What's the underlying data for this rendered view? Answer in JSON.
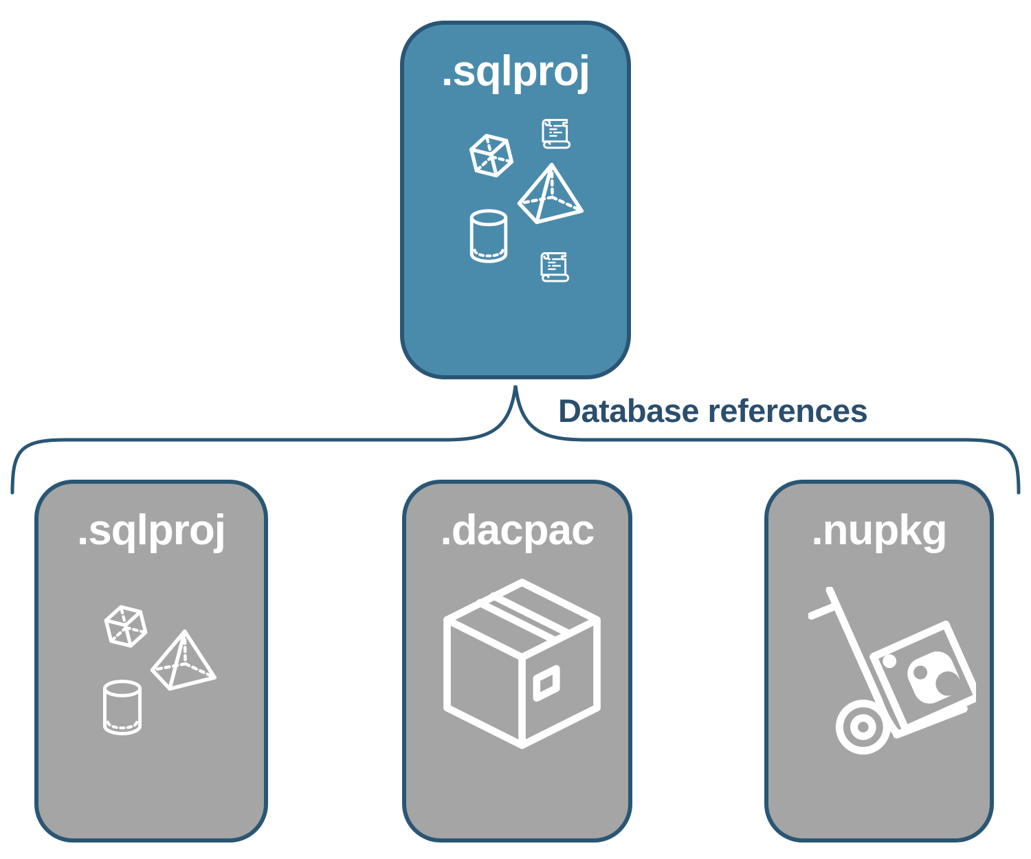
{
  "diagram": {
    "top_card": {
      "label": ".sqlproj"
    },
    "connector": {
      "label": "Database references"
    },
    "reference_cards": [
      {
        "label": ".sqlproj"
      },
      {
        "label": ".dacpac"
      },
      {
        "label": ".nupkg"
      }
    ],
    "icons": {
      "top_card": [
        "scroll-icon",
        "cube-icon",
        "pyramid-icon",
        "cylinder-icon",
        "scroll-icon"
      ],
      "sqlproj_card": [
        "cube-icon",
        "pyramid-icon",
        "cylinder-icon"
      ],
      "dacpac_card": [
        "package-box-icon"
      ],
      "nupkg_card": [
        "hand-truck-nuget-package-icon"
      ]
    },
    "colors": {
      "highlight_fill": "#4A8BAC",
      "neutral_fill": "#A5A5A5",
      "outline": "#2A5674",
      "label_text": "#2B4E6D",
      "icon_stroke": "#FFFFFF"
    }
  }
}
